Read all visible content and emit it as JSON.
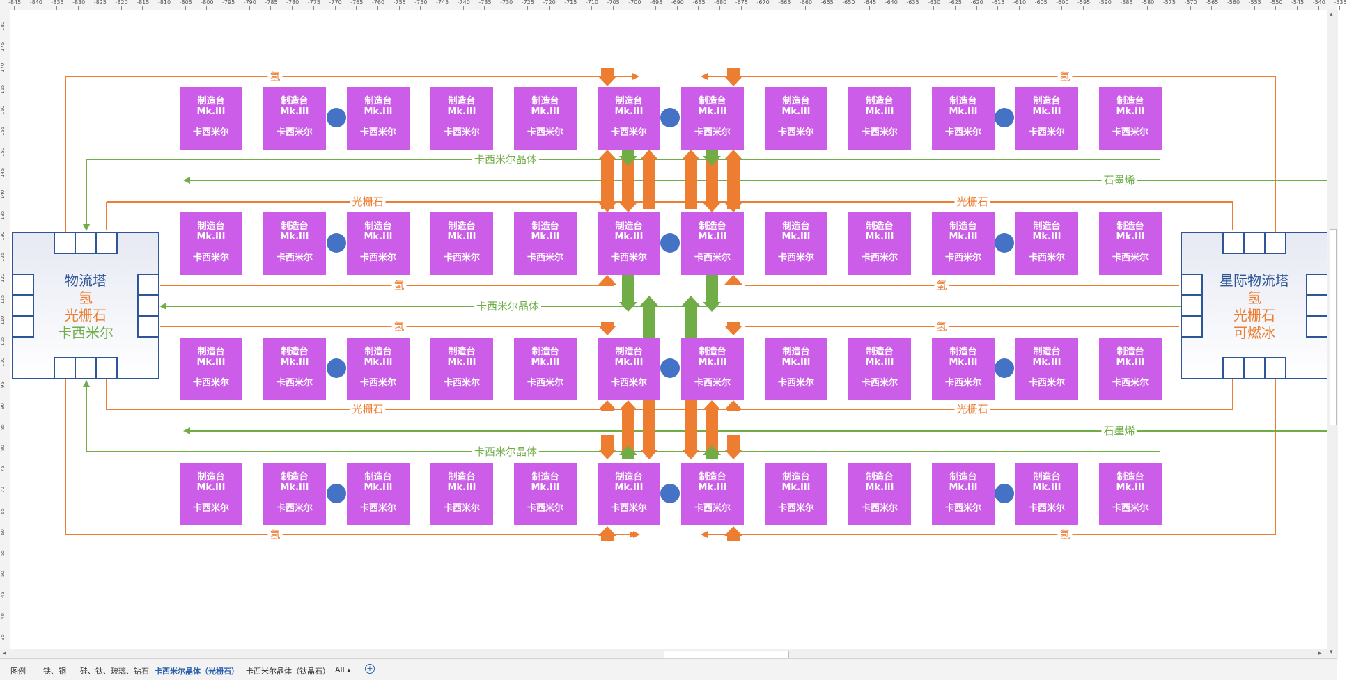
{
  "ruler": {
    "top_labels": [
      "-845",
      "-840",
      "-835",
      "-830",
      "-825",
      "-820",
      "-815",
      "-810",
      "-805",
      "-800",
      "-795",
      "-790",
      "-785",
      "-780",
      "-775",
      "-770",
      "-765",
      "-760",
      "-755",
      "-750",
      "-745",
      "-740",
      "-735",
      "-730",
      "-725",
      "-720",
      "-715",
      "-710",
      "-705",
      "-700",
      "-695",
      "-690",
      "-685",
      "-680",
      "-675",
      "-670",
      "-665",
      "-660",
      "-655",
      "-650",
      "-645",
      "-640",
      "-635",
      "-630",
      "-625",
      "-620",
      "-615",
      "-610",
      "-605",
      "-600",
      "-595",
      "-590",
      "-585",
      "-580",
      "-575",
      "-570",
      "-565",
      "-560",
      "-555",
      "-550",
      "-545",
      "-540",
      "-535"
    ],
    "left_labels": [
      "180",
      "175",
      "170",
      "165",
      "160",
      "155",
      "150",
      "145",
      "140",
      "135",
      "130",
      "125",
      "120",
      "115",
      "110",
      "105",
      "100",
      "95",
      "90",
      "85",
      "80",
      "75",
      "70",
      "65",
      "60",
      "55",
      "50",
      "45",
      "40",
      "35"
    ]
  },
  "diagram": {
    "machine": {
      "line1": "制造台",
      "line2": "Mk.III",
      "line3": "卡西米尔"
    },
    "left_tower": {
      "title": "物流塔",
      "item1": "氢",
      "item2": "光栅石",
      "item3": "卡西米尔"
    },
    "right_tower": {
      "title": "星际物流塔",
      "item1": "氢",
      "item2": "光栅石",
      "item3": "可燃冰"
    },
    "labels": {
      "hydrogen": "氢",
      "optical_grating": "光栅石",
      "casimir_crystal": "卡西米尔晶体",
      "graphene": "石墨烯"
    },
    "colors": {
      "machine_fill": "#cc5de8",
      "sorter": "#4472c4",
      "orange_belt": "#ed7d31",
      "green_belt": "#70ad47",
      "tower_border": "#2e5597",
      "tower_title": "#2e5597"
    }
  },
  "tabs": [
    {
      "label": "图例",
      "active": false
    },
    {
      "label": "铁、铜",
      "active": false
    },
    {
      "label": "硅、钛、玻璃、钻石",
      "active": false
    },
    {
      "label": "卡西米尔晶体（光栅石）",
      "active": true
    },
    {
      "label": "卡西米尔晶体（钛晶石）",
      "active": false
    },
    {
      "label": "All ▴",
      "active": false
    }
  ]
}
